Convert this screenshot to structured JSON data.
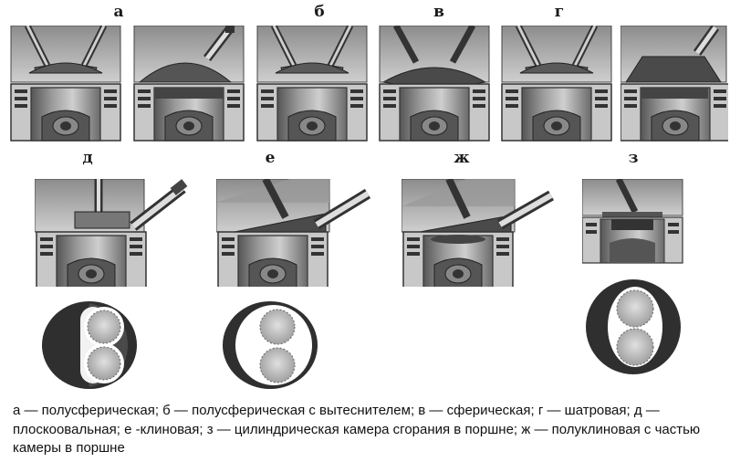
{
  "labels": {
    "a": "а",
    "b": "б",
    "v": "в",
    "g": "г",
    "d": "д",
    "e": "е",
    "zh": "ж",
    "z": "з"
  },
  "caption": "а — полусферическая; б — полусферическая с вытеснителем; в — сферическая; г — шатровая; д — плоскоовальная; е -клиновая; з — цилиндрическая камера сгорания в поршне; ж — полуклиновая с частью камеры в поршне",
  "colors": {
    "background": "#ffffff",
    "metal_dark": "#3a3a3a",
    "metal_mid": "#7a7a7a",
    "metal_light": "#bdbdbd",
    "chamber": "#9a9a9a",
    "ink": "#111111"
  }
}
